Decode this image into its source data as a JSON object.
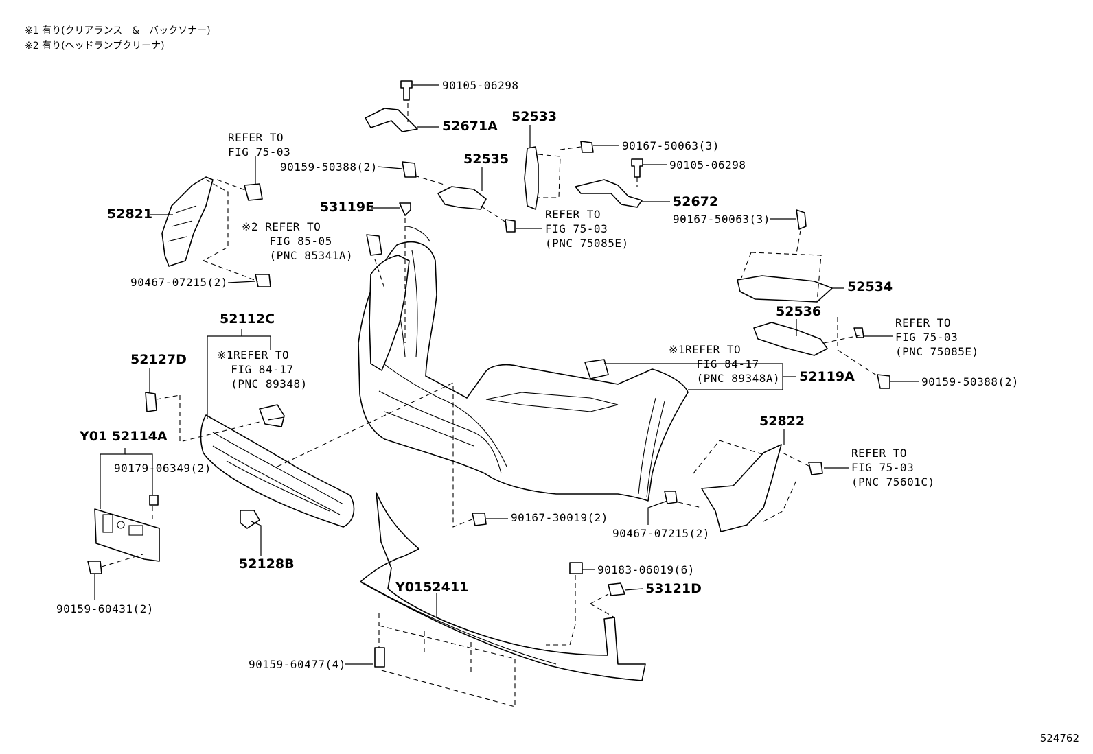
{
  "notes": {
    "note1": "※1 有り(クリアランス　&　バックソナー)",
    "note2": "※2 有り(ヘッドランプクリーナ)"
  },
  "figure_number": "524762",
  "labels": {
    "p90105_top": "90105-06298",
    "p52671A": "52671A",
    "p52533": "52533",
    "p90167_50063_a": "90167-50063(3)",
    "p90105_right": "90105-06298",
    "p52535": "52535",
    "p90159_50388_top": "90159-50388(2)",
    "ref_top_left": "REFER TO\nFIG 75-03",
    "p52672": "52672",
    "p90167_50063_b": "90167-50063(3)",
    "ref_75085E_top": "REFER TO\nFIG 75-03\n(PNC 75085E)",
    "p52821": "52821",
    "p53119E": "53119E",
    "ref_85_05": "※2 REFER TO\n    FIG 85-05\n    (PNC 85341A)",
    "p90467_left": "90467-07215(2)",
    "p52534": "52534",
    "p52536": "52536",
    "ref_75085E_right": "REFER TO\nFIG 75-03\n(PNC 75085E)",
    "p52112C": "52112C",
    "ref_84_17_left": "※1REFER TO\n  FIG 84-17\n  (PNC 89348)",
    "ref_84_17_right": "※1REFER TO\n    FIG 84-17\n    (PNC 89348A)",
    "p52119A": "52119A",
    "p90159_50388_right": "90159-50388(2)",
    "p52127D": "52127D",
    "p52822": "52822",
    "ref_75601C": "REFER TO\nFIG 75-03\n(PNC 75601C)",
    "p52114A": "Y01 52114A",
    "p90179": "90179-06349(2)",
    "p90167_30019": "90167-30019(2)",
    "p90467_right": "90467-07215(2)",
    "p52128B": "52128B",
    "p90183": "90183-06019(6)",
    "p53121D": "53121D",
    "p52411": "Y0152411",
    "p90159_60431": "90159-60431(2)",
    "p90159_60477": "90159-60477(4)"
  }
}
